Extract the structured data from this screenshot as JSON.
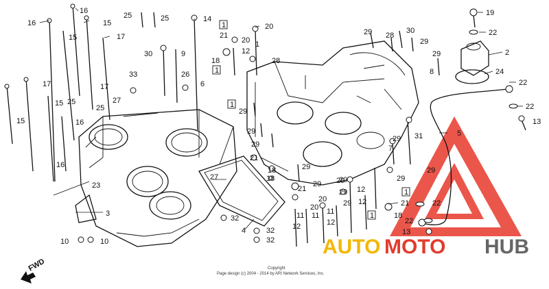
{
  "labels": {
    "l16a": "16",
    "l16b": "16",
    "l15a": "15",
    "l15b": "15",
    "l17a": "17",
    "l25a": "25",
    "l25b": "25",
    "l14": "14",
    "l20a": "20",
    "l21a": "21",
    "l20b": "20",
    "l12a": "12",
    "l18a": "18",
    "l1": "1",
    "l28a": "28",
    "l29a": "29",
    "l28b": "28",
    "l30a": "30",
    "l29b": "29",
    "l29c": "29",
    "l19": "19",
    "l22a": "22",
    "l2": "2",
    "l8": "8",
    "l24": "24",
    "l22b": "22",
    "l22c": "22",
    "l13a": "13",
    "l30b": "30",
    "l9": "9",
    "l33": "33",
    "l26": "26",
    "l6": "6",
    "l17b": "17",
    "l17c": "17",
    "l15c": "15",
    "l25c": "25",
    "l25d": "25",
    "l27a": "27",
    "l15d": "15",
    "l16c": "16",
    "l16d": "16",
    "l29d": "29",
    "l29e": "29",
    "l29f": "29",
    "l21b": "21",
    "l29g": "29",
    "l7": "7",
    "l31": "31",
    "l5": "5",
    "l23": "23",
    "l27b": "27",
    "l3": "3",
    "l4": "4",
    "l32a": "32",
    "l32b": "32",
    "l32c": "32",
    "l10a": "10",
    "l10b": "10",
    "l18b": "18",
    "l21c": "21",
    "l29h": "29",
    "l20c": "20",
    "l20d": "20",
    "l20e": "20",
    "l11a": "11",
    "l11b": "11",
    "l11c": "11",
    "l12b": "12",
    "l12c": "12",
    "l12d": "12",
    "l29i": "29",
    "l29j": "29",
    "l20f": "20",
    "l18c": "18",
    "l21d": "21",
    "l22d": "22",
    "l22e": "22",
    "l13b": "13",
    "l29k": "29",
    "l29l": "29",
    "l18d": "18"
  },
  "boxed_labels": {
    "b1": "1",
    "b2": "1",
    "b3": "1",
    "b4": "1",
    "b5": "1"
  },
  "fwd_label": "FWD",
  "copyright": {
    "line1": "Copyright",
    "line2": "Page design (c) 2004 - 2014 by ARI Network Services, Inc."
  },
  "watermark": {
    "part1": "AUTO",
    "part2": "MOTO",
    "part3": "HUB"
  },
  "colors": {
    "ink": "#111111",
    "watermark_yellow": "#f2b705",
    "watermark_red": "#e23b2e",
    "watermark_grey": "#666666",
    "triangle_red": "#e8382b"
  }
}
